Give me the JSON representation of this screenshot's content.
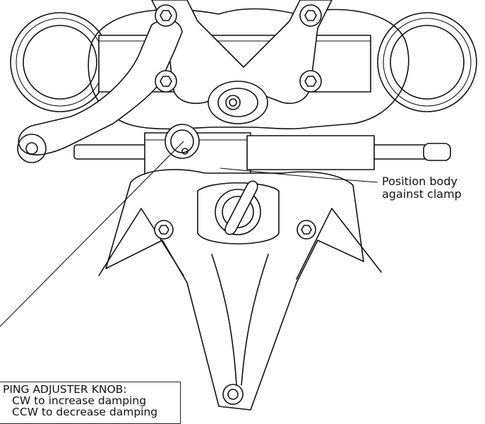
{
  "callouts": {
    "position_body": {
      "line1": "Position body",
      "line2": "against clamp"
    },
    "knob": {
      "title": "PING ADJUSTER KNOB:",
      "cw": "CW to increase damping",
      "ccw": "CCW to decrease damping"
    }
  }
}
